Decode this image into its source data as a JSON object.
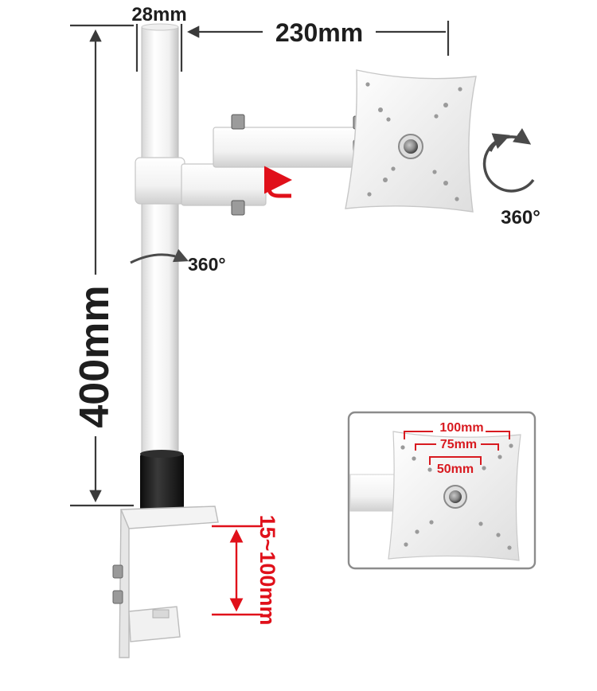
{
  "dimensions": {
    "pole_diameter": "28mm",
    "arm_length": "230mm",
    "pole_height": "400mm",
    "clamp_range": "15~100mm"
  },
  "rotation": {
    "pole": "360°",
    "plate": "360°"
  },
  "vesa": {
    "large": "100mm",
    "medium": "75mm",
    "small": "50mm"
  },
  "colors": {
    "dimension_line": "#3a3a3a",
    "accent_red": "#e0101a",
    "mount_white": "#f4f4f4",
    "mount_shadow": "#c9c9c9",
    "sleeve_black": "#1a1a1a"
  }
}
